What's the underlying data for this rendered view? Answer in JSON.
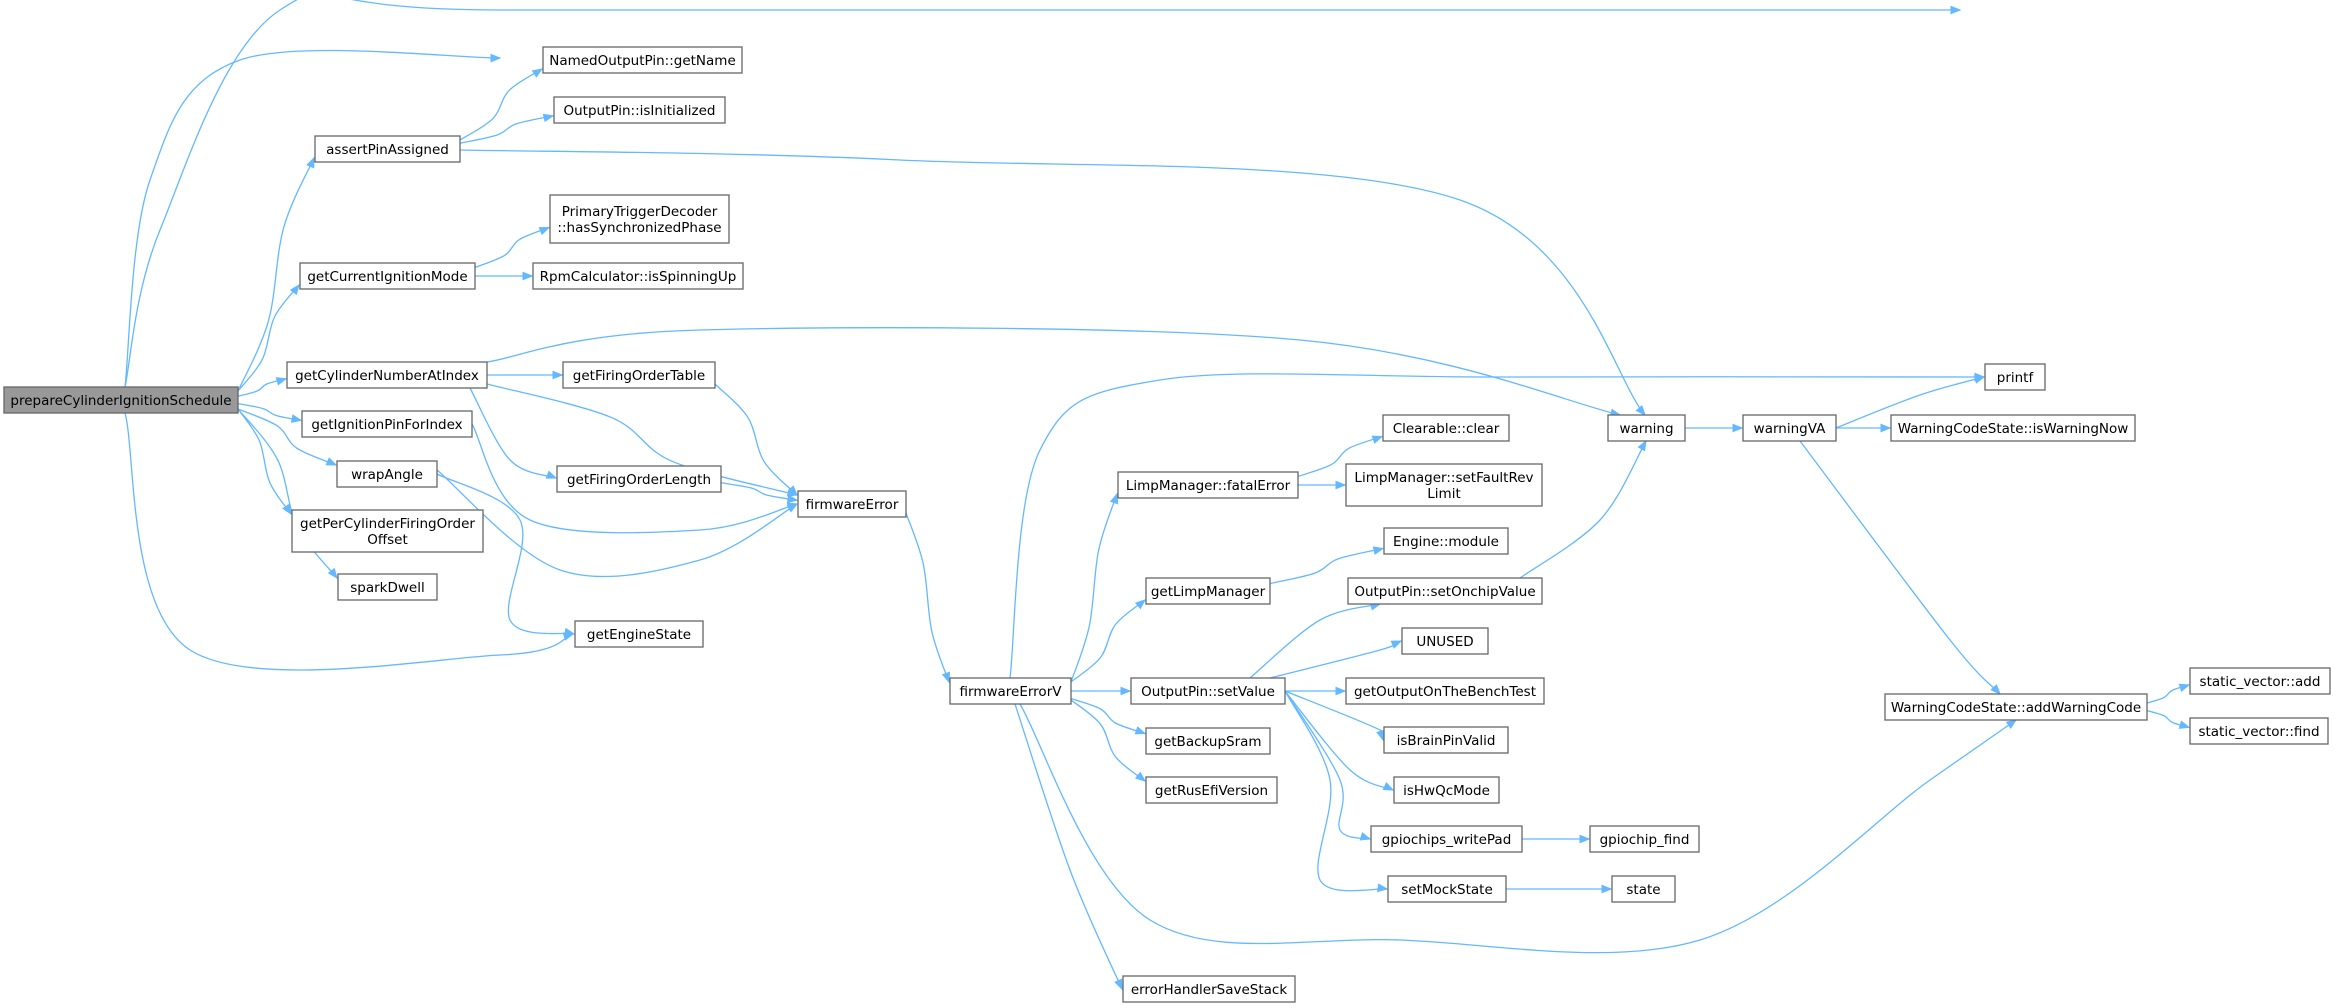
{
  "diagram": {
    "nodes": [
      {
        "id": "prepareCylinderIgnitionSchedule",
        "lines": [
          "prepareCylinderIgnitionSchedule"
        ],
        "root": true
      },
      {
        "id": "NamedOutputPin_getName",
        "lines": [
          "NamedOutputPin::getName"
        ]
      },
      {
        "id": "OutputPin_isInitialized",
        "lines": [
          "OutputPin::isInitialized"
        ]
      },
      {
        "id": "assertPinAssigned",
        "lines": [
          "assertPinAssigned"
        ]
      },
      {
        "id": "PrimaryTriggerDecoder_hasSynchronizedPhase",
        "lines": [
          "PrimaryTriggerDecoder",
          "::hasSynchronizedPhase"
        ]
      },
      {
        "id": "getCurrentIgnitionMode",
        "lines": [
          "getCurrentIgnitionMode"
        ]
      },
      {
        "id": "RpmCalculator_isSpinningUp",
        "lines": [
          "RpmCalculator::isSpinningUp"
        ]
      },
      {
        "id": "getCylinderNumberAtIndex",
        "lines": [
          "getCylinderNumberAtIndex"
        ]
      },
      {
        "id": "getFiringOrderTable",
        "lines": [
          "getFiringOrderTable"
        ]
      },
      {
        "id": "printf",
        "lines": [
          "printf"
        ]
      },
      {
        "id": "getIgnitionPinForIndex",
        "lines": [
          "getIgnitionPinForIndex"
        ]
      },
      {
        "id": "warning",
        "lines": [
          "warning"
        ]
      },
      {
        "id": "warningVA",
        "lines": [
          "warningVA"
        ]
      },
      {
        "id": "WarningCodeState_isWarningNow",
        "lines": [
          "WarningCodeState::isWarningNow"
        ]
      },
      {
        "id": "Clearable_clear",
        "lines": [
          "Clearable::clear"
        ]
      },
      {
        "id": "wrapAngle",
        "lines": [
          "wrapAngle"
        ]
      },
      {
        "id": "getFiringOrderLength",
        "lines": [
          "getFiringOrderLength"
        ]
      },
      {
        "id": "LimpManager_fatalError",
        "lines": [
          "LimpManager::fatalError"
        ]
      },
      {
        "id": "LimpManager_setFaultRevLimit",
        "lines": [
          "LimpManager::setFaultRev",
          "Limit"
        ]
      },
      {
        "id": "firmwareError",
        "lines": [
          "firmwareError"
        ]
      },
      {
        "id": "getPerCylinderFiringOrderOffset",
        "lines": [
          "getPerCylinderFiringOrder",
          "Offset"
        ]
      },
      {
        "id": "Engine_module",
        "lines": [
          "Engine::module"
        ]
      },
      {
        "id": "sparkDwell",
        "lines": [
          "sparkDwell"
        ]
      },
      {
        "id": "getLimpManager",
        "lines": [
          "getLimpManager"
        ]
      },
      {
        "id": "OutputPin_setOnchipValue",
        "lines": [
          "OutputPin::setOnchipValue"
        ]
      },
      {
        "id": "getEngineState",
        "lines": [
          "getEngineState"
        ]
      },
      {
        "id": "UNUSED",
        "lines": [
          "UNUSED"
        ]
      },
      {
        "id": "firmwareErrorV",
        "lines": [
          "firmwareErrorV"
        ]
      },
      {
        "id": "OutputPin_setValue",
        "lines": [
          "OutputPin::setValue"
        ]
      },
      {
        "id": "getOutputOnTheBenchTest",
        "lines": [
          "getOutputOnTheBenchTest"
        ]
      },
      {
        "id": "WarningCodeState_addWarningCode",
        "lines": [
          "WarningCodeState::addWarningCode"
        ]
      },
      {
        "id": "static_vector_add",
        "lines": [
          "static_vector::add"
        ]
      },
      {
        "id": "static_vector_find",
        "lines": [
          "static_vector::find"
        ]
      },
      {
        "id": "getBackupSram",
        "lines": [
          "getBackupSram"
        ]
      },
      {
        "id": "isBrainPinValid",
        "lines": [
          "isBrainPinValid"
        ]
      },
      {
        "id": "getRusEfiVersion",
        "lines": [
          "getRusEfiVersion"
        ]
      },
      {
        "id": "isHwQcMode",
        "lines": [
          "isHwQcMode"
        ]
      },
      {
        "id": "gpiochips_writePad",
        "lines": [
          "gpiochips_writePad"
        ]
      },
      {
        "id": "gpiochip_find",
        "lines": [
          "gpiochip_find"
        ]
      },
      {
        "id": "setMockState",
        "lines": [
          "setMockState"
        ]
      },
      {
        "id": "state",
        "lines": [
          "state"
        ]
      },
      {
        "id": "errorHandlerSaveStack",
        "lines": [
          "errorHandlerSaveStack"
        ]
      }
    ],
    "edges": [
      [
        "prepareCylinderIgnitionSchedule",
        "printf"
      ],
      [
        "prepareCylinderIgnitionSchedule",
        "NamedOutputPin_getName"
      ],
      [
        "prepareCylinderIgnitionSchedule",
        "assertPinAssigned"
      ],
      [
        "prepareCylinderIgnitionSchedule",
        "getCurrentIgnitionMode"
      ],
      [
        "prepareCylinderIgnitionSchedule",
        "getCylinderNumberAtIndex"
      ],
      [
        "prepareCylinderIgnitionSchedule",
        "getIgnitionPinForIndex"
      ],
      [
        "prepareCylinderIgnitionSchedule",
        "wrapAngle"
      ],
      [
        "prepareCylinderIgnitionSchedule",
        "getPerCylinderFiringOrderOffset"
      ],
      [
        "prepareCylinderIgnitionSchedule",
        "sparkDwell"
      ],
      [
        "prepareCylinderIgnitionSchedule",
        "getEngineState"
      ],
      [
        "assertPinAssigned",
        "NamedOutputPin_getName"
      ],
      [
        "assertPinAssigned",
        "OutputPin_isInitialized"
      ],
      [
        "assertPinAssigned",
        "warning"
      ],
      [
        "getCurrentIgnitionMode",
        "PrimaryTriggerDecoder_hasSynchronizedPhase"
      ],
      [
        "getCurrentIgnitionMode",
        "RpmCalculator_isSpinningUp"
      ],
      [
        "getCylinderNumberAtIndex",
        "getFiringOrderTable"
      ],
      [
        "getCylinderNumberAtIndex",
        "warning"
      ],
      [
        "getCylinderNumberAtIndex",
        "firmwareError"
      ],
      [
        "getCylinderNumberAtIndex",
        "getFiringOrderLength"
      ],
      [
        "getFiringOrderTable",
        "firmwareError"
      ],
      [
        "getFiringOrderLength",
        "firmwareError"
      ],
      [
        "getIgnitionPinForIndex",
        "firmwareError"
      ],
      [
        "wrapAngle",
        "firmwareError"
      ],
      [
        "wrapAngle",
        "getEngineState"
      ],
      [
        "firmwareError",
        "firmwareErrorV"
      ],
      [
        "firmwareErrorV",
        "printf"
      ],
      [
        "firmwareErrorV",
        "LimpManager_fatalError"
      ],
      [
        "firmwareErrorV",
        "getLimpManager"
      ],
      [
        "firmwareErrorV",
        "OutputPin_setValue"
      ],
      [
        "firmwareErrorV",
        "getBackupSram"
      ],
      [
        "firmwareErrorV",
        "getRusEfiVersion"
      ],
      [
        "firmwareErrorV",
        "WarningCodeState_addWarningCode"
      ],
      [
        "firmwareErrorV",
        "errorHandlerSaveStack"
      ],
      [
        "LimpManager_fatalError",
        "Clearable_clear"
      ],
      [
        "LimpManager_fatalError",
        "LimpManager_setFaultRevLimit"
      ],
      [
        "getLimpManager",
        "Engine_module"
      ],
      [
        "OutputPin_setValue",
        "OutputPin_setOnchipValue"
      ],
      [
        "OutputPin_setValue",
        "UNUSED"
      ],
      [
        "OutputPin_setValue",
        "getOutputOnTheBenchTest"
      ],
      [
        "OutputPin_setValue",
        "isBrainPinValid"
      ],
      [
        "OutputPin_setValue",
        "isHwQcMode"
      ],
      [
        "OutputPin_setValue",
        "gpiochips_writePad"
      ],
      [
        "OutputPin_setValue",
        "setMockState"
      ],
      [
        "OutputPin_setOnchipValue",
        "warning"
      ],
      [
        "gpiochips_writePad",
        "gpiochip_find"
      ],
      [
        "setMockState",
        "state"
      ],
      [
        "warning",
        "warningVA"
      ],
      [
        "warningVA",
        "printf"
      ],
      [
        "warningVA",
        "WarningCodeState_isWarningNow"
      ],
      [
        "warningVA",
        "WarningCodeState_addWarningCode"
      ],
      [
        "WarningCodeState_addWarningCode",
        "static_vector_add"
      ],
      [
        "WarningCodeState_addWarningCode",
        "static_vector_find"
      ]
    ]
  }
}
